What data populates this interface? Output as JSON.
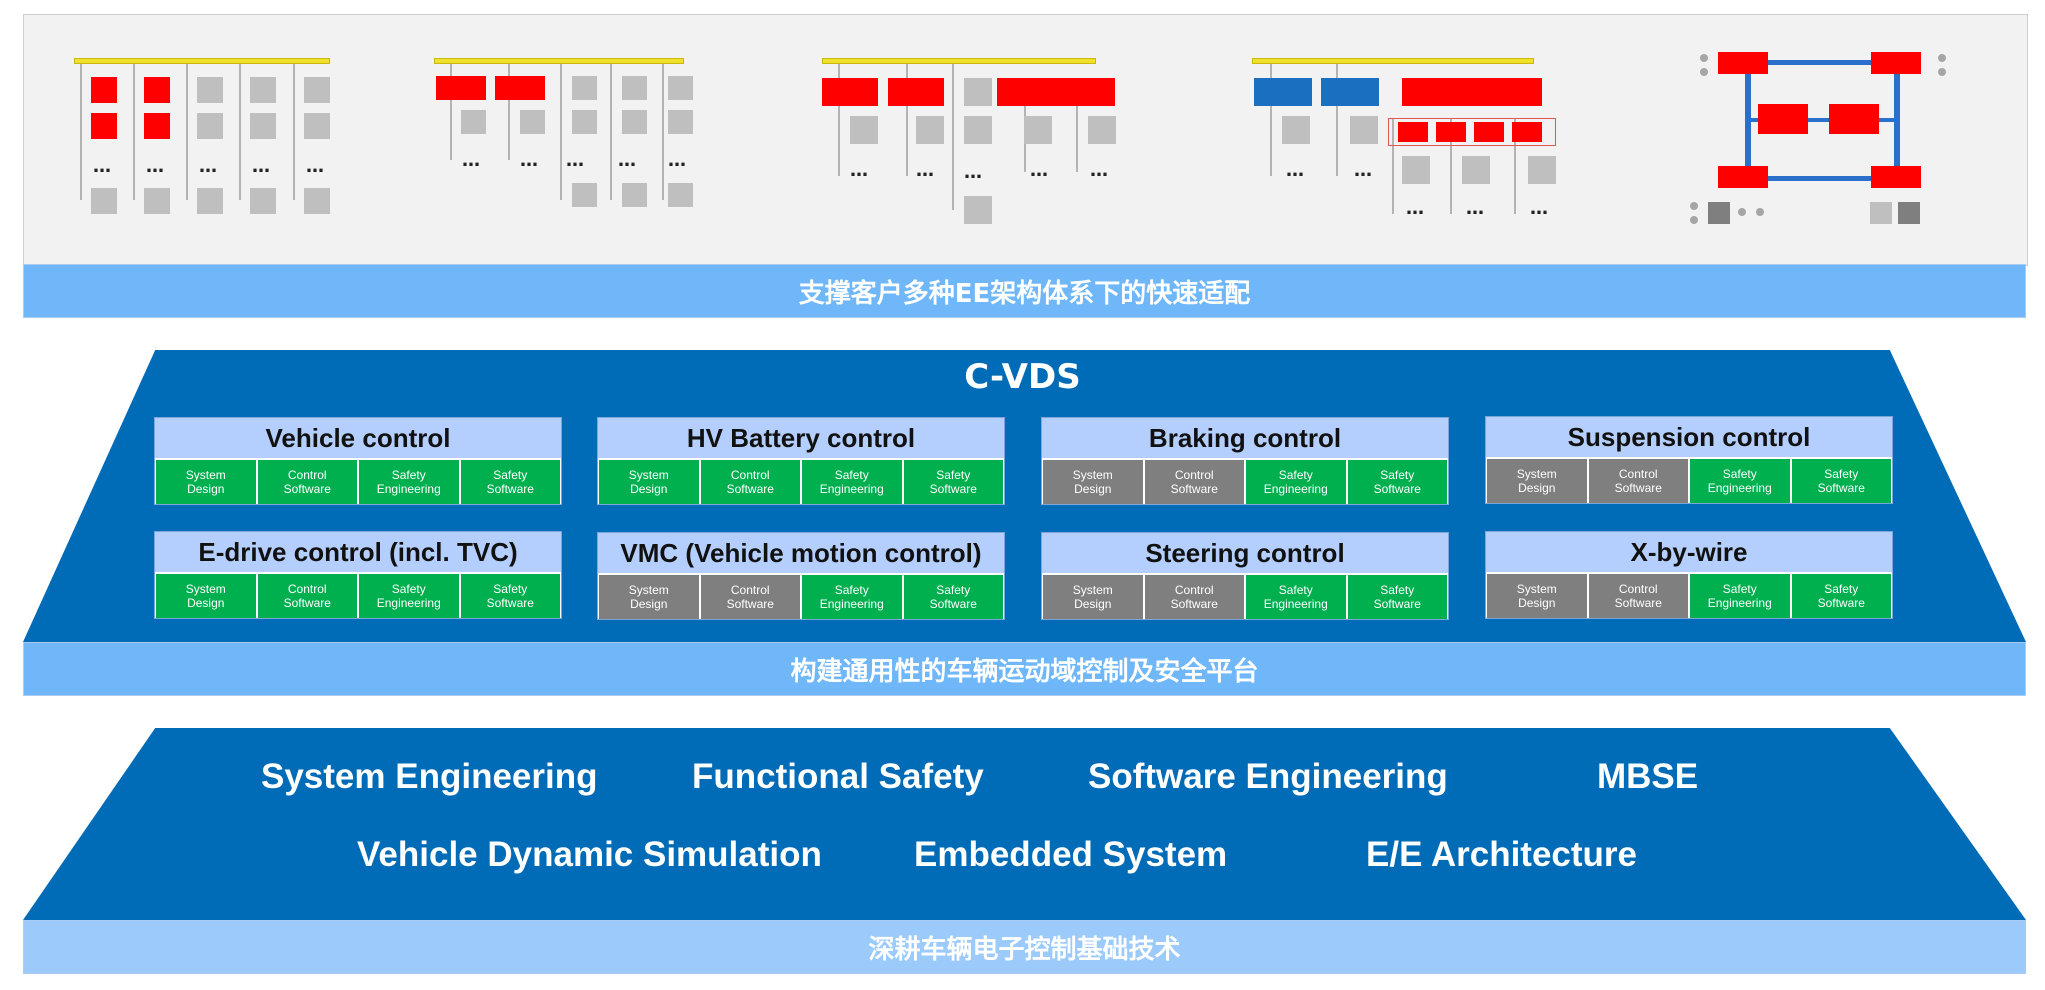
{
  "arch_banner": "支撑客户多种EE架构体系下的快速适配",
  "platform": {
    "title": "C-VDS",
    "banner": "构建通用性的车辆运动域控制及安全平台",
    "modules": [
      {
        "title": "Vehicle control",
        "cells": [
          {
            "label": "System\nDesign",
            "status": "green"
          },
          {
            "label": "Control\nSoftware",
            "status": "green"
          },
          {
            "label": "Safety\nEngineering",
            "status": "green"
          },
          {
            "label": "Safety\nSoftware",
            "status": "green"
          }
        ]
      },
      {
        "title": "HV Battery control",
        "cells": [
          {
            "label": "System\nDesign",
            "status": "green"
          },
          {
            "label": "Control\nSoftware",
            "status": "green"
          },
          {
            "label": "Safety\nEngineering",
            "status": "green"
          },
          {
            "label": "Safety\nSoftware",
            "status": "green"
          }
        ]
      },
      {
        "title": "Braking control",
        "cells": [
          {
            "label": "System\nDesign",
            "status": "gray"
          },
          {
            "label": "Control\nSoftware",
            "status": "gray"
          },
          {
            "label": "Safety\nEngineering",
            "status": "green"
          },
          {
            "label": "Safety\nSoftware",
            "status": "green"
          }
        ]
      },
      {
        "title": "Suspension control",
        "cells": [
          {
            "label": "System\nDesign",
            "status": "gray"
          },
          {
            "label": "Control\nSoftware",
            "status": "gray"
          },
          {
            "label": "Safety\nEngineering",
            "status": "green"
          },
          {
            "label": "Safety\nSoftware",
            "status": "green"
          }
        ]
      },
      {
        "title": "E-drive control (incl. TVC)",
        "cells": [
          {
            "label": "System\nDesign",
            "status": "green"
          },
          {
            "label": "Control\nSoftware",
            "status": "green"
          },
          {
            "label": "Safety\nEngineering",
            "status": "green"
          },
          {
            "label": "Safety\nSoftware",
            "status": "green"
          }
        ]
      },
      {
        "title": "VMC (Vehicle motion control)",
        "cells": [
          {
            "label": "System\nDesign",
            "status": "gray"
          },
          {
            "label": "Control\nSoftware",
            "status": "gray"
          },
          {
            "label": "Safety\nEngineering",
            "status": "green"
          },
          {
            "label": "Safety\nSoftware",
            "status": "green"
          }
        ]
      },
      {
        "title": "Steering control",
        "cells": [
          {
            "label": "System\nDesign",
            "status": "gray"
          },
          {
            "label": "Control\nSoftware",
            "status": "gray"
          },
          {
            "label": "Safety\nEngineering",
            "status": "green"
          },
          {
            "label": "Safety\nSoftware",
            "status": "green"
          }
        ]
      },
      {
        "title": "X-by-wire",
        "cells": [
          {
            "label": "System\nDesign",
            "status": "gray"
          },
          {
            "label": "Control\nSoftware",
            "status": "gray"
          },
          {
            "label": "Safety\nEngineering",
            "status": "green"
          },
          {
            "label": "Safety\nSoftware",
            "status": "green"
          }
        ]
      }
    ]
  },
  "foundation": {
    "banner": "深耕车辆电子控制基础技术",
    "row1": [
      "System Engineering",
      "Functional Safety",
      "Software Engineering",
      "MBSE"
    ],
    "row2": [
      "Vehicle Dynamic Simulation",
      "Embedded System",
      "E/E Architecture"
    ]
  },
  "ellipsis": "…",
  "colors": {
    "primary_blue": "#006bb6",
    "banner_blue": "#6fb7f9",
    "done_green": "#00b04f",
    "pending_gray": "#7f7f7f",
    "ecu_red": "#ff0000",
    "bus_yellow": "#f0e02a"
  }
}
